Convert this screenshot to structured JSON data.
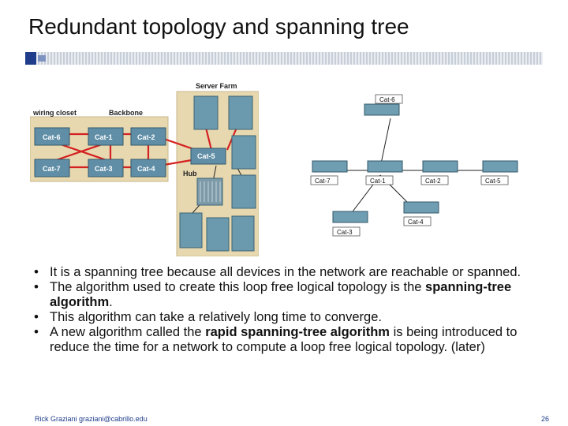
{
  "slide": {
    "title": "Redundant topology and spanning tree"
  },
  "left_diagram": {
    "labels": {
      "server_farm": "Server Farm",
      "wiring_closet": "wiring closet",
      "backbone": "Backbone",
      "hub": "Hub"
    },
    "switches": [
      "Cat-6",
      "Cat-1",
      "Cat-2",
      "Cat-7",
      "Cat-3",
      "Cat-4",
      "Cat-5"
    ],
    "colors": {
      "redundant_link": "#d42020",
      "panel": "#e7d8b0",
      "switch": "#5f8ea6"
    }
  },
  "right_diagram": {
    "switches": [
      "Cat-6",
      "Cat-7",
      "Cat-1",
      "Cat-2",
      "Cat-5",
      "Cat-3",
      "Cat-4"
    ]
  },
  "bullets": [
    {
      "parts": [
        {
          "text": "It is a spanning tree because all devices in the network are reachable or spanned."
        }
      ]
    },
    {
      "parts": [
        {
          "text": "The algorithm used to create this loop free logical topology is the "
        },
        {
          "text": "spanning-tree algorithm",
          "bold": true
        },
        {
          "text": "."
        }
      ]
    },
    {
      "parts": [
        {
          "text": "This algorithm can take a relatively long time to converge."
        }
      ]
    },
    {
      "parts": [
        {
          "text": "A new algorithm called the "
        },
        {
          "text": "rapid spanning-tree algorithm",
          "bold": true
        },
        {
          "text": " is being introduced to reduce the time for a network to compute a loop free logical topology. (later)"
        }
      ]
    }
  ],
  "footer": {
    "author": "Rick Graziani  graziani@cabrillo.edu",
    "page": "26"
  }
}
